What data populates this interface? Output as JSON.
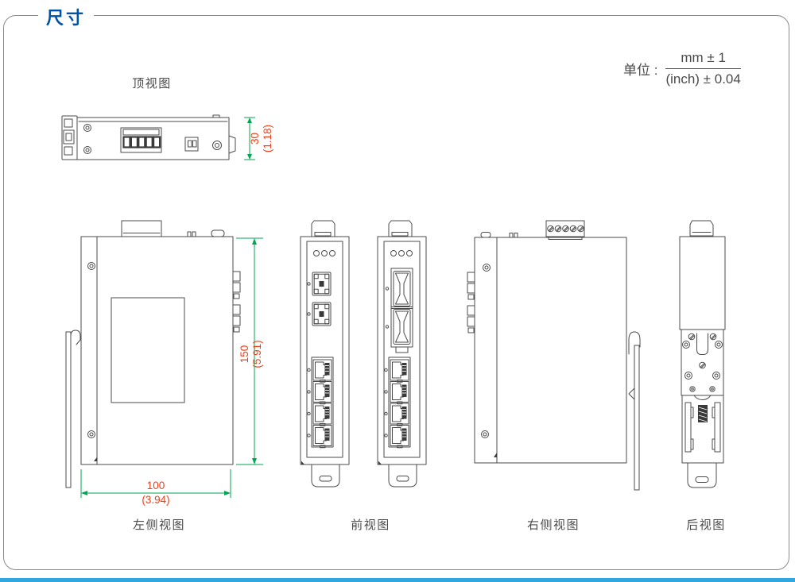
{
  "frame": {
    "title": "尺寸"
  },
  "units": {
    "label": "单位 :",
    "mm": "mm ± 1",
    "inch": "(inch) ± 0.04"
  },
  "views": {
    "top": {
      "label": "顶视图"
    },
    "left": {
      "label": "左侧视图"
    },
    "front": {
      "label": "前视图"
    },
    "right": {
      "label": "右侧视图"
    },
    "rear": {
      "label": "后视图"
    }
  },
  "dimensions": {
    "top_width": {
      "mm": "30",
      "inch": "(1.18)"
    },
    "side_height": {
      "mm": "150",
      "inch": "(5.91)"
    },
    "side_depth": {
      "mm": "100",
      "inch": "(3.94)"
    }
  },
  "colors": {
    "accent_blue": "#0054a6",
    "dimension_red": "#ee3e17",
    "dimension_green": "#00a651",
    "line_gray": "#4b4b4b",
    "frame_gray": "#8a8a8a",
    "footer_blue": "#30a7dd"
  }
}
